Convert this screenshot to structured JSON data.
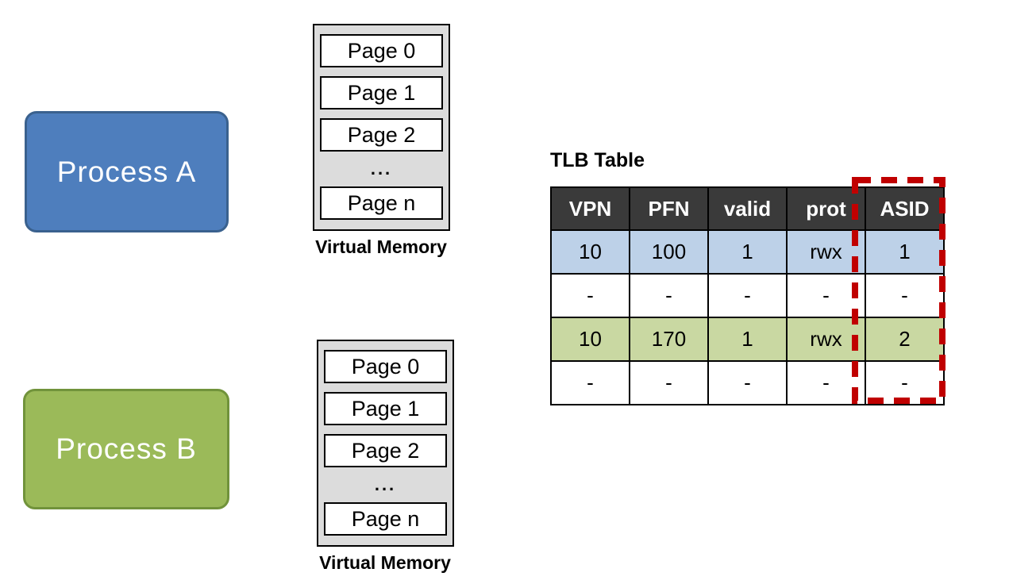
{
  "processes": [
    {
      "label": "Process A"
    },
    {
      "label": "Process B"
    }
  ],
  "memory_stacks": [
    {
      "caption": "Virtual Memory",
      "pages": [
        "Page 0",
        "Page 1",
        "Page 2",
        "...",
        "Page n"
      ]
    },
    {
      "caption": "Virtual Memory",
      "pages": [
        "Page 0",
        "Page 1",
        "Page 2",
        "...",
        "Page n"
      ]
    }
  ],
  "tlb": {
    "title": "TLB Table",
    "columns": [
      "VPN",
      "PFN",
      "valid",
      "prot",
      "ASID"
    ],
    "rows": [
      {
        "cells": [
          "10",
          "100",
          "1",
          "rwx",
          "1"
        ]
      },
      {
        "cells": [
          "-",
          "-",
          "-",
          "-",
          "-"
        ]
      },
      {
        "cells": [
          "10",
          "170",
          "1",
          "rwx",
          "2"
        ]
      },
      {
        "cells": [
          "-",
          "-",
          "-",
          "-",
          "-"
        ]
      }
    ],
    "highlighted_column": "ASID"
  },
  "colors": {
    "process_a_fill": "#4E7EBD",
    "process_a_border": "#3A618E",
    "process_b_fill": "#9BBA59",
    "process_b_border": "#71933B",
    "stack_fill": "#DCDCDC",
    "header_bg": "#3A3A3A",
    "row_blue": "#BDD1E8",
    "row_green": "#C9D8A2",
    "highlight_red": "#C00000"
  }
}
